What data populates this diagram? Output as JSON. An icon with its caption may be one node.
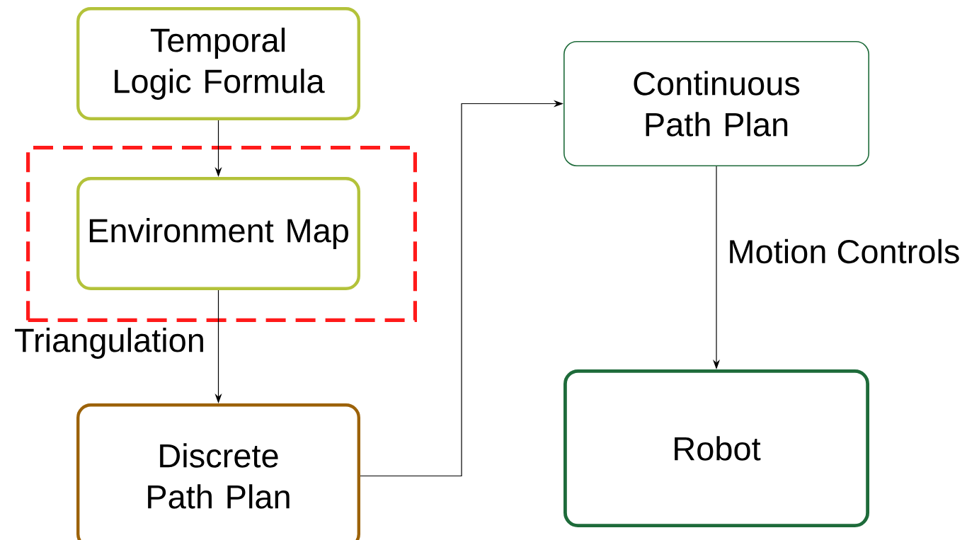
{
  "diagram": {
    "nodes": [
      {
        "text": [
          "Temporal Logic Formula"
        ]
      },
      {
        "text": [],
        "shape": "box"
      },
      {
        "text": [
          "Environment Map"
        ],
        "in": 1
      },
      {
        "text": [
          "Discrete Path Plan"
        ]
      },
      {
        "text": [
          "Continuous Path Plan"
        ]
      },
      {
        "text": [
          "Robot"
        ]
      }
    ],
    "edges": [
      {
        "from": 0,
        "to": 2,
        "arrow": "to"
      },
      {
        "from": 2,
        "to": 3,
        "arrow": "to",
        "label": "Triangulation"
      },
      {
        "from": 3,
        "to": 4,
        "arrow": "to"
      },
      {
        "from": 4,
        "to": 5,
        "arrow": "to",
        "label": "Motion Controls"
      }
    ]
  }
}
